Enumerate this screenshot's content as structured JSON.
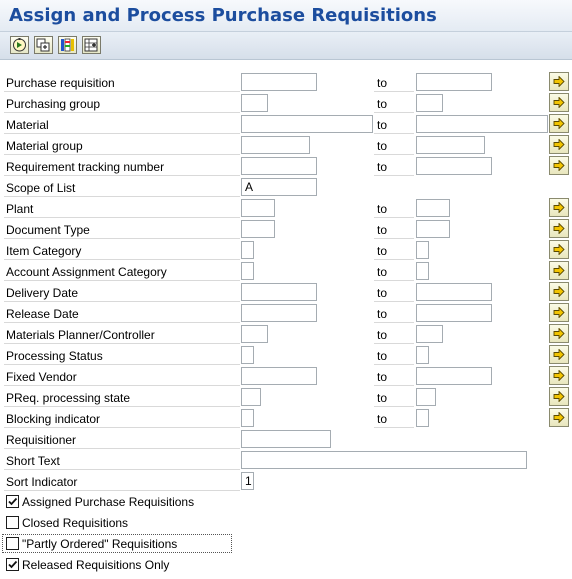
{
  "title": "Assign and Process Purchase Requisitions",
  "toolbar": {
    "buttons": [
      {
        "name": "execute-icon"
      },
      {
        "name": "get-variant-icon"
      },
      {
        "name": "dynamic-selections-icon"
      },
      {
        "name": "selection-options-icon"
      }
    ]
  },
  "to_label": "to",
  "rows": [
    {
      "label": "Purchase requisition",
      "value": "",
      "to_value": "",
      "range": true
    },
    {
      "label": "Purchasing group",
      "value": "",
      "to_value": "",
      "range": true
    },
    {
      "label": "Material",
      "value": "",
      "to_value": "",
      "range": true
    },
    {
      "label": "Material group",
      "value": "",
      "to_value": "",
      "range": true
    },
    {
      "label": "Requirement tracking number",
      "value": "",
      "to_value": "",
      "range": true
    },
    {
      "label": "Scope of List",
      "value": "A",
      "range": false
    },
    {
      "label": "Plant",
      "value": "",
      "to_value": "",
      "range": true
    },
    {
      "label": "Document Type",
      "value": "",
      "to_value": "",
      "range": true
    },
    {
      "label": "Item Category",
      "value": "",
      "to_value": "",
      "range": true
    },
    {
      "label": "Account Assignment Category",
      "value": "",
      "to_value": "",
      "range": true
    },
    {
      "label": "Delivery Date",
      "value": "",
      "to_value": "",
      "range": true
    },
    {
      "label": "Release Date",
      "value": "",
      "to_value": "",
      "range": true
    },
    {
      "label": "Materials Planner/Controller",
      "value": "",
      "to_value": "",
      "range": true
    },
    {
      "label": "Processing Status",
      "value": "",
      "to_value": "",
      "range": true
    },
    {
      "label": "Fixed Vendor",
      "value": "",
      "to_value": "",
      "range": true
    },
    {
      "label": "PReq. processing state",
      "value": "",
      "to_value": "",
      "range": true
    },
    {
      "label": "Blocking indicator",
      "value": "",
      "to_value": "",
      "range": true
    },
    {
      "label": "Requisitioner",
      "value": "",
      "range": false
    },
    {
      "label": "Short Text",
      "value": "",
      "range": false
    },
    {
      "label": "Sort Indicator",
      "value": "1",
      "range": false
    }
  ],
  "checkboxes": [
    {
      "label": "Assigned Purchase Requisitions",
      "checked": true
    },
    {
      "label": "Closed Requisitions",
      "checked": false
    },
    {
      "label": "\"Partly Ordered\" Requisitions",
      "checked": false
    },
    {
      "label": "Released Requisitions Only",
      "checked": true
    }
  ],
  "colors": {
    "title": "#1c4d9e",
    "toolbar_bg": "#dbe3ee",
    "multisel_arrow": "#f2c400"
  }
}
